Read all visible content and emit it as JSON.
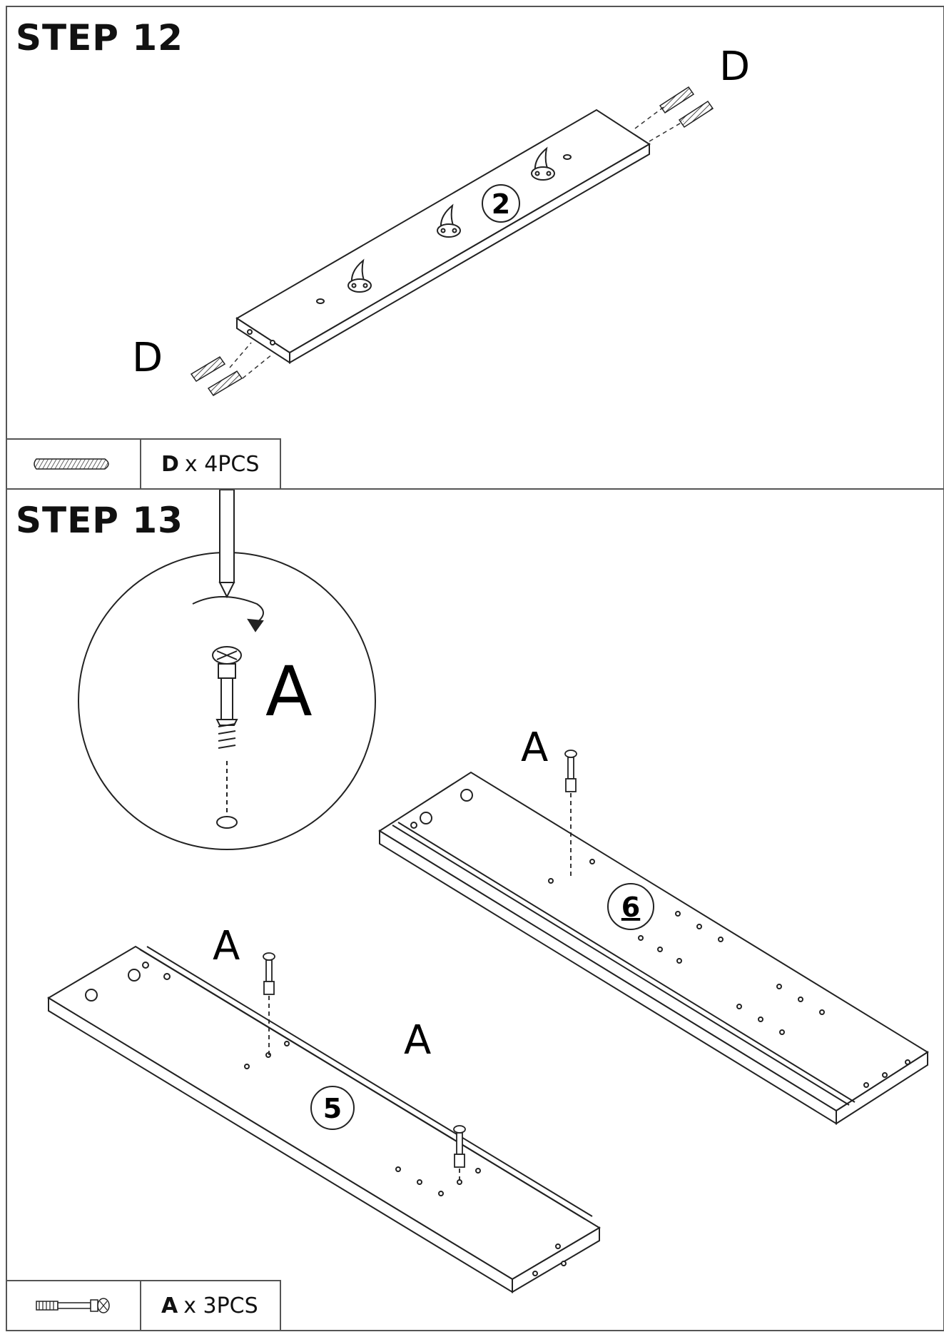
{
  "step12": {
    "title": "STEP 12",
    "part_labels": [
      "D",
      "D"
    ],
    "board_number": "2",
    "parts": {
      "letter": "D",
      "qty": "x 4PCS",
      "icon": "dowel-icon"
    }
  },
  "step13": {
    "title": "STEP 13",
    "detail_label": "A",
    "part_labels": [
      "A",
      "A",
      "A"
    ],
    "board_numbers": [
      "6",
      "5"
    ],
    "parts": {
      "letter": "A",
      "qty": "x 3PCS",
      "icon": "cam-bolt-icon"
    }
  }
}
